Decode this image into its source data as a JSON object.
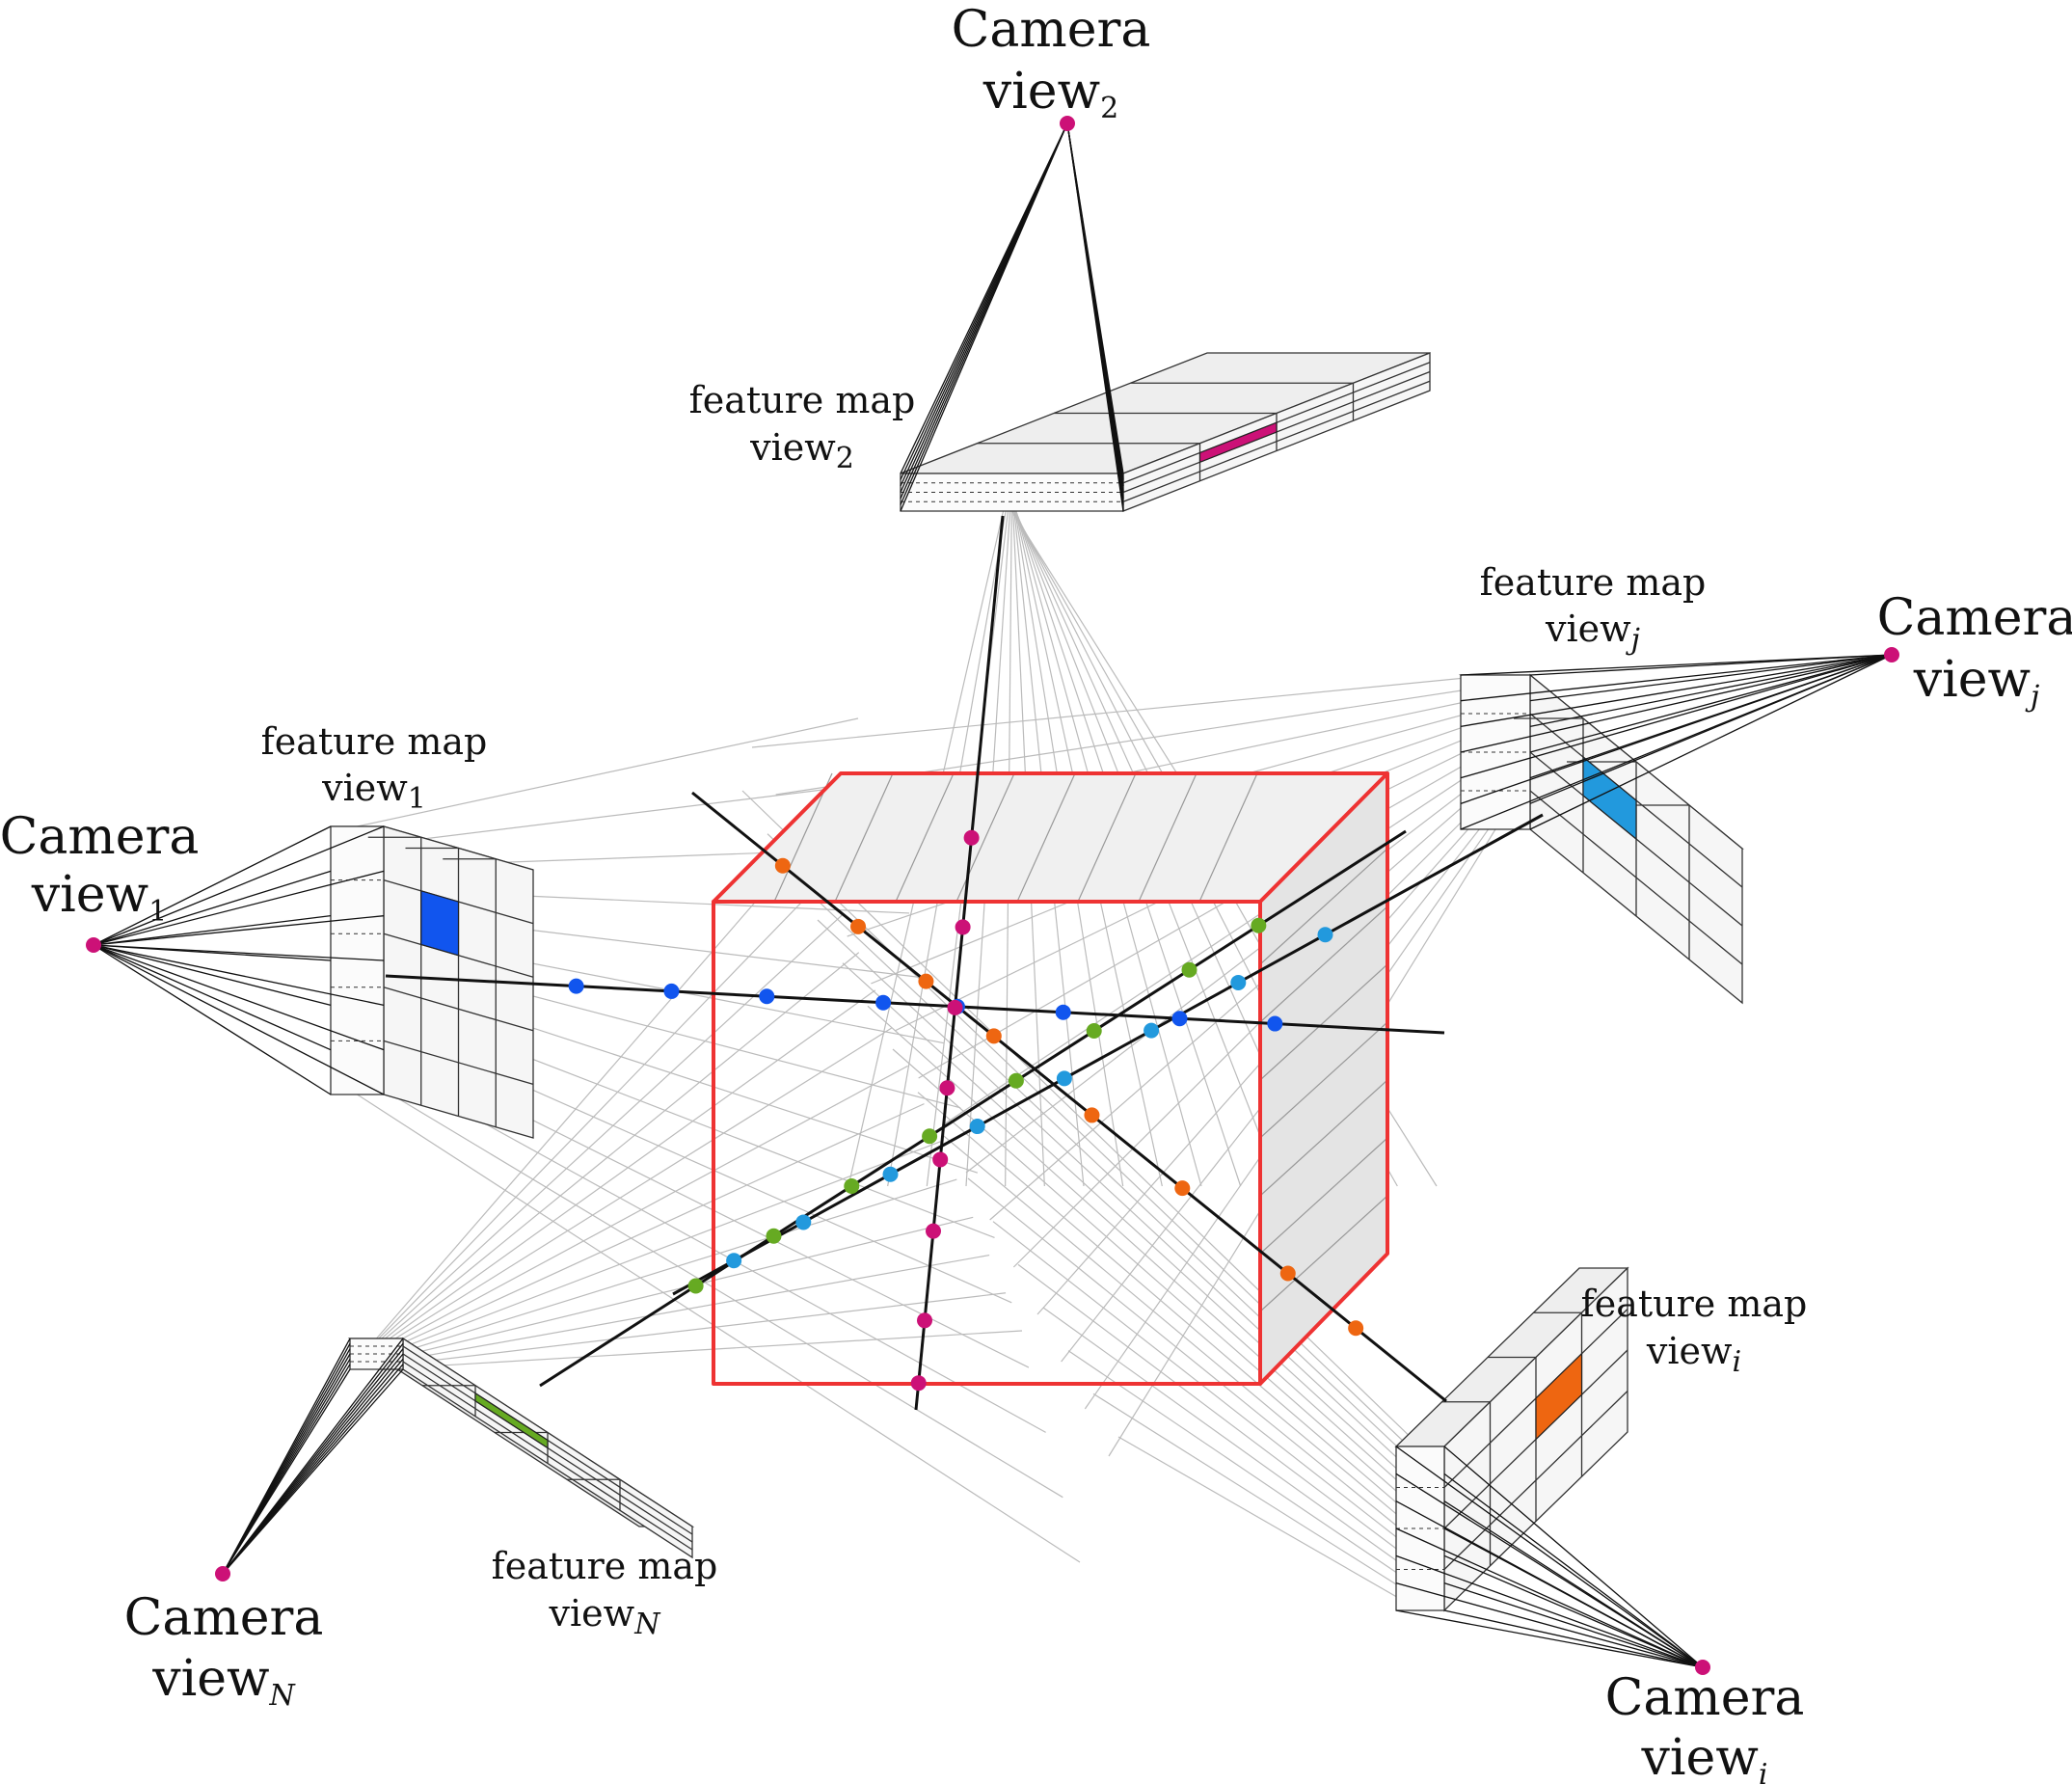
{
  "colors": {
    "camera": "#cc1177",
    "volume": "#ee3333",
    "ray_view1": "#1155ee",
    "ray_view2": "#cc1177",
    "ray_viewj": "#2299dd",
    "ray_viewi": "#ee6611",
    "ray_viewN": "#66aa22"
  },
  "views": [
    {
      "id": "view1",
      "camera_word": "Camera",
      "view_word": "view",
      "subscript": "1",
      "italic": false,
      "fm_word": "feature map",
      "fm_view_word": "view",
      "fm_subscript": "1",
      "highlight_color": "#1155ee"
    },
    {
      "id": "view2",
      "camera_word": "Camera",
      "view_word": "view",
      "subscript": "2",
      "italic": false,
      "fm_word": "feature map",
      "fm_view_word": "view",
      "fm_subscript": "2",
      "highlight_color": "#cc1177"
    },
    {
      "id": "viewj",
      "camera_word": "Camera",
      "view_word": "view",
      "subscript": "j",
      "italic": true,
      "fm_word": "feature map",
      "fm_view_word": "view",
      "fm_subscript": "j",
      "highlight_color": "#2299dd"
    },
    {
      "id": "viewi",
      "camera_word": "Camera",
      "view_word": "view",
      "subscript": "i",
      "italic": true,
      "fm_word": "feature map",
      "fm_view_word": "view",
      "fm_subscript": "i",
      "highlight_color": "#ee6611"
    },
    {
      "id": "viewN",
      "camera_word": "Camera",
      "view_word": "view",
      "subscript": "N",
      "italic": true,
      "fm_word": "feature map",
      "fm_view_word": "view",
      "fm_subscript": "N",
      "highlight_color": "#66aa22"
    }
  ]
}
